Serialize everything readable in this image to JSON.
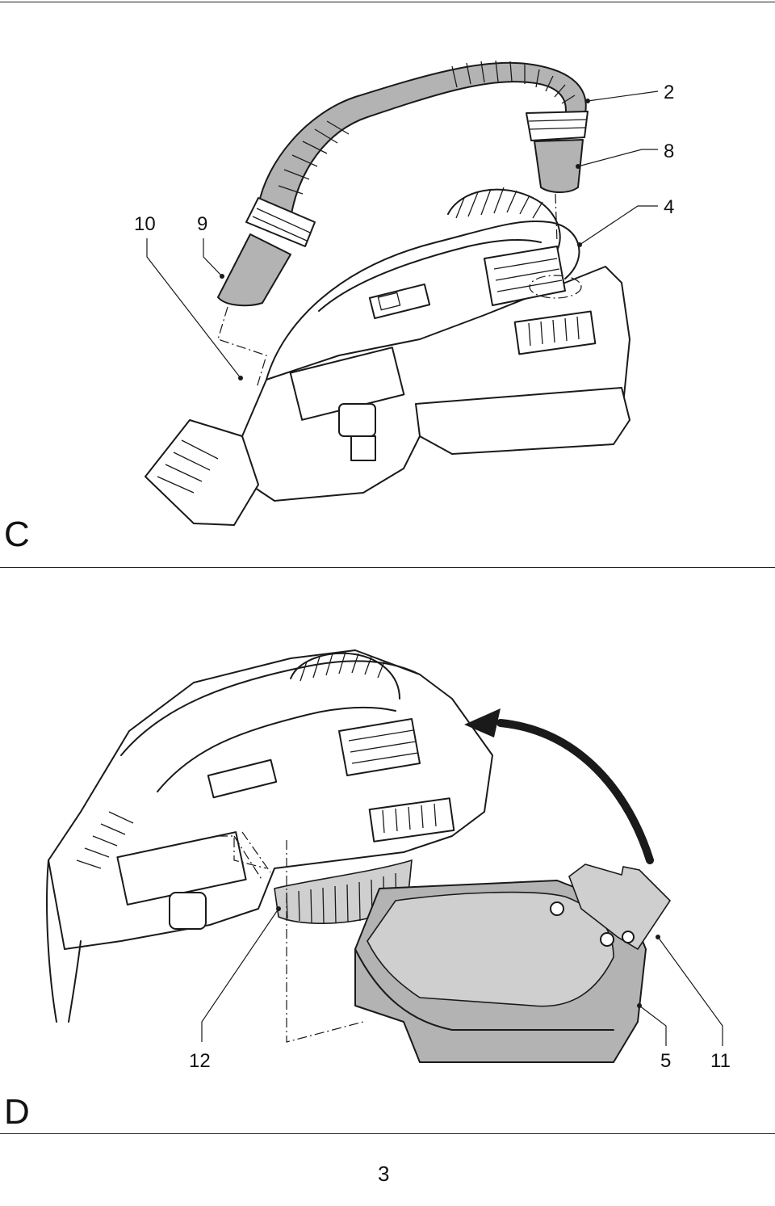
{
  "panel_c": {
    "letter": "C",
    "callouts": {
      "c2": "2",
      "c8": "8",
      "c4": "4",
      "c10": "10",
      "c9": "9"
    }
  },
  "panel_d": {
    "letter": "D",
    "callouts": {
      "c12": "12",
      "c5": "5",
      "c11": "11"
    }
  },
  "page_number": "3"
}
